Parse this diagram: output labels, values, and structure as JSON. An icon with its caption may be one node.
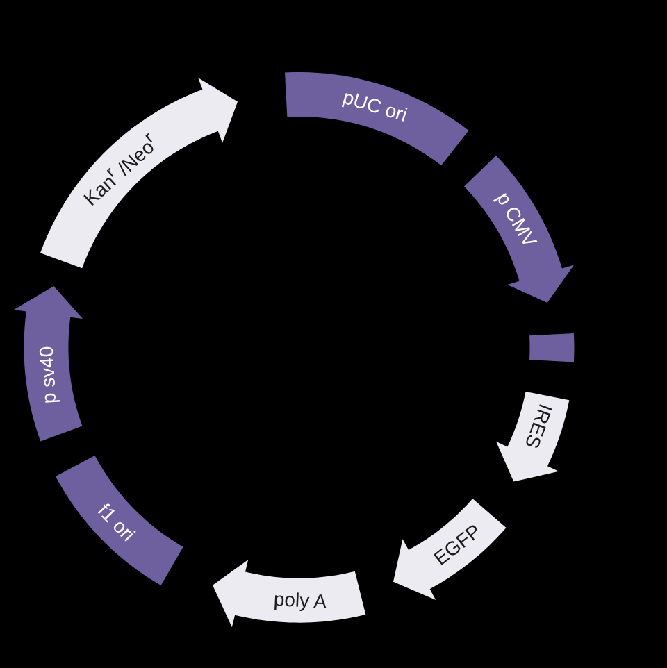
{
  "diagram": {
    "nodes": [
      {
        "text": [
          "Kan$^{r}$ /Neo$^{r}$"
        ]
      },
      {
        "text": [
          "pUC ori"
        ]
      },
      {
        "text": [
          "p CMV"
        ]
      },
      {
        "text": [],
        "shape": "box"
      },
      {
        "text": [
          "IRES"
        ]
      },
      {
        "text": [
          "EGFP"
        ]
      },
      {
        "text": [
          "poly A"
        ]
      },
      {
        "text": [
          "f1 ori"
        ]
      },
      {
        "text": [
          "p sv40"
        ]
      }
    ]
  }
}
